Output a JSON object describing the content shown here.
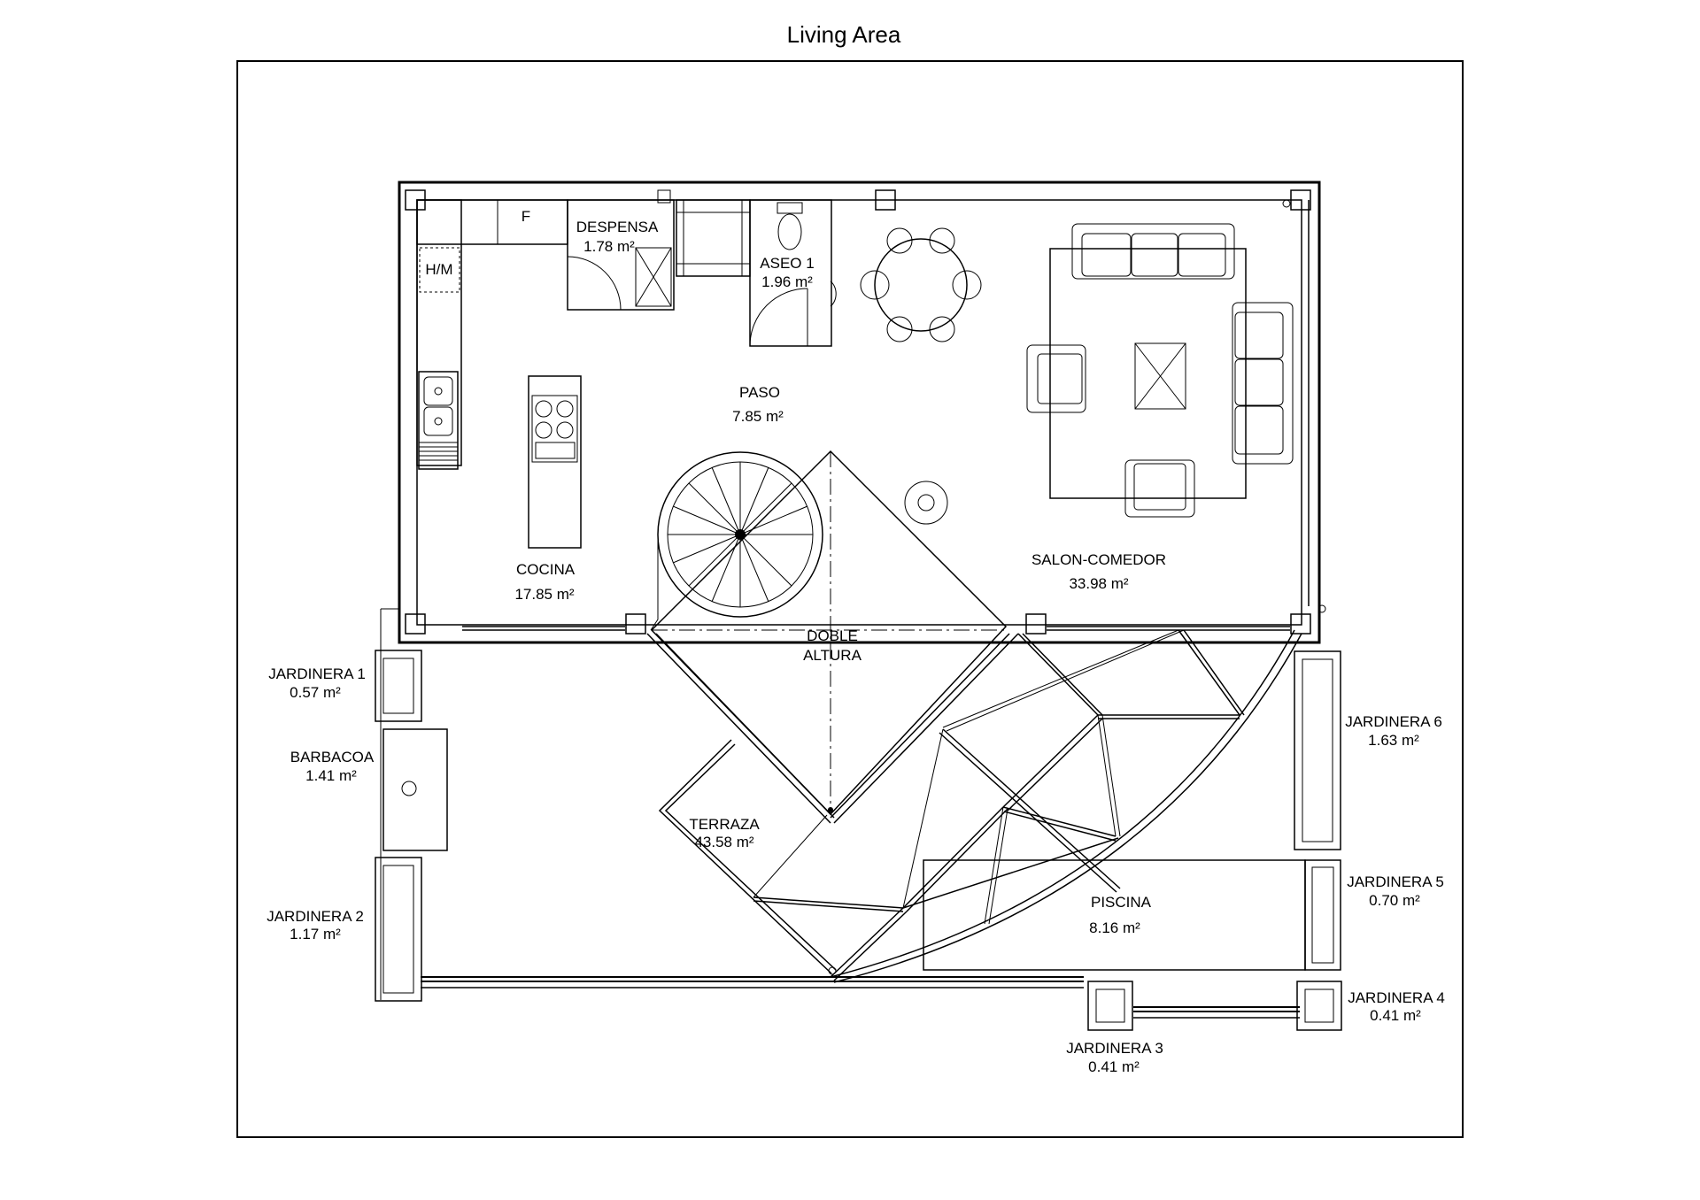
{
  "title": "Living Area",
  "rooms": {
    "despensa": {
      "name": "DESPENSA",
      "area": "1.78 m²"
    },
    "aseo1": {
      "name": "ASEO 1",
      "area": "1.96 m²"
    },
    "paso": {
      "name": "PASO",
      "area": "7.85 m²"
    },
    "cocina": {
      "name": "COCINA",
      "area": "17.85 m²"
    },
    "salon": {
      "name": "SALON-COMEDOR",
      "area": "33.98 m²"
    },
    "doble": {
      "line1": "DOBLE",
      "line2": "ALTURA"
    },
    "terraza": {
      "name": "TERRAZA",
      "area": "43.58 m²"
    },
    "piscina": {
      "name": "PISCINA",
      "area": "8.16 m²"
    },
    "jardinera1": {
      "name": "JARDINERA 1",
      "area": "0.57 m²"
    },
    "barbacoa": {
      "name": "BARBACOA",
      "area": "1.41 m²"
    },
    "jardinera2": {
      "name": "JARDINERA 2",
      "area": "1.17 m²"
    },
    "jardinera3": {
      "name": "JARDINERA 3",
      "area": "0.41 m²"
    },
    "jardinera4": {
      "name": "JARDINERA 4",
      "area": "0.41 m²"
    },
    "jardinera5": {
      "name": "JARDINERA 5",
      "area": "0.70 m²"
    },
    "jardinera6": {
      "name": "JARDINERA 6",
      "area": "1.63 m²"
    }
  },
  "symbols": {
    "hm": "H/M",
    "fridge": "F"
  }
}
